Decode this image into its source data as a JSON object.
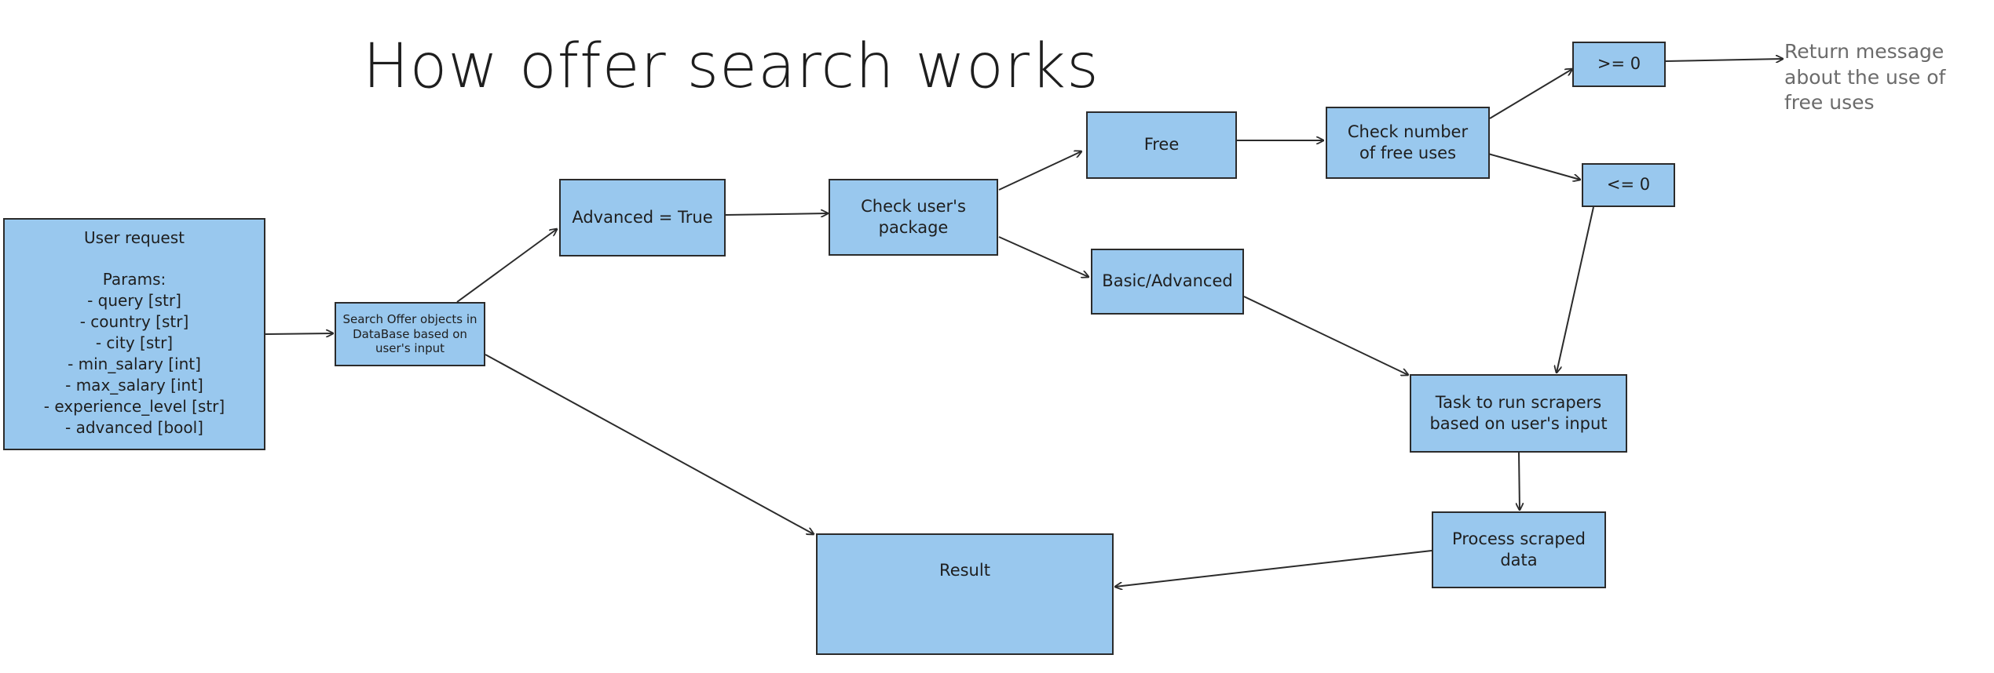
{
  "title": "How offer search works",
  "colors": {
    "node_fill": "#99c8ee",
    "node_border": "#2b2b2b",
    "edge": "#2b2b2b",
    "note_text": "#6b6b6b"
  },
  "nodes": {
    "user_request": {
      "heading": "User request",
      "params_label": "Params:",
      "params": [
        "- query [str]",
        "- country [str]",
        "- city [str]",
        "- min_salary [int]",
        "- max_salary [int]",
        "- experience_level [str]",
        "- advanced [bool]"
      ]
    },
    "search_offers": "Search Offer objects in DataBase based on user's input",
    "advanced_true": "Advanced = True",
    "check_package": "Check user's package",
    "free": "Free",
    "basic_advanced": "Basic/Advanced",
    "check_free_uses": "Check number of free uses",
    "gte_zero": ">= 0",
    "lte_zero": "<= 0",
    "return_message": "Return message about the use of free uses",
    "run_scrapers": "Task to run scrapers based on user's input",
    "process_data": "Process scraped data",
    "result": "Result"
  },
  "edges": [
    {
      "from": "user_request",
      "to": "search_offers"
    },
    {
      "from": "search_offers",
      "to": "advanced_true"
    },
    {
      "from": "search_offers",
      "to": "result"
    },
    {
      "from": "advanced_true",
      "to": "check_package"
    },
    {
      "from": "check_package",
      "to": "free"
    },
    {
      "from": "check_package",
      "to": "basic_advanced"
    },
    {
      "from": "free",
      "to": "check_free_uses"
    },
    {
      "from": "check_free_uses",
      "to": "gte_zero"
    },
    {
      "from": "check_free_uses",
      "to": "lte_zero"
    },
    {
      "from": "gte_zero",
      "to": "return_message"
    },
    {
      "from": "lte_zero",
      "to": "run_scrapers"
    },
    {
      "from": "basic_advanced",
      "to": "run_scrapers"
    },
    {
      "from": "run_scrapers",
      "to": "process_data"
    },
    {
      "from": "process_data",
      "to": "result"
    }
  ]
}
